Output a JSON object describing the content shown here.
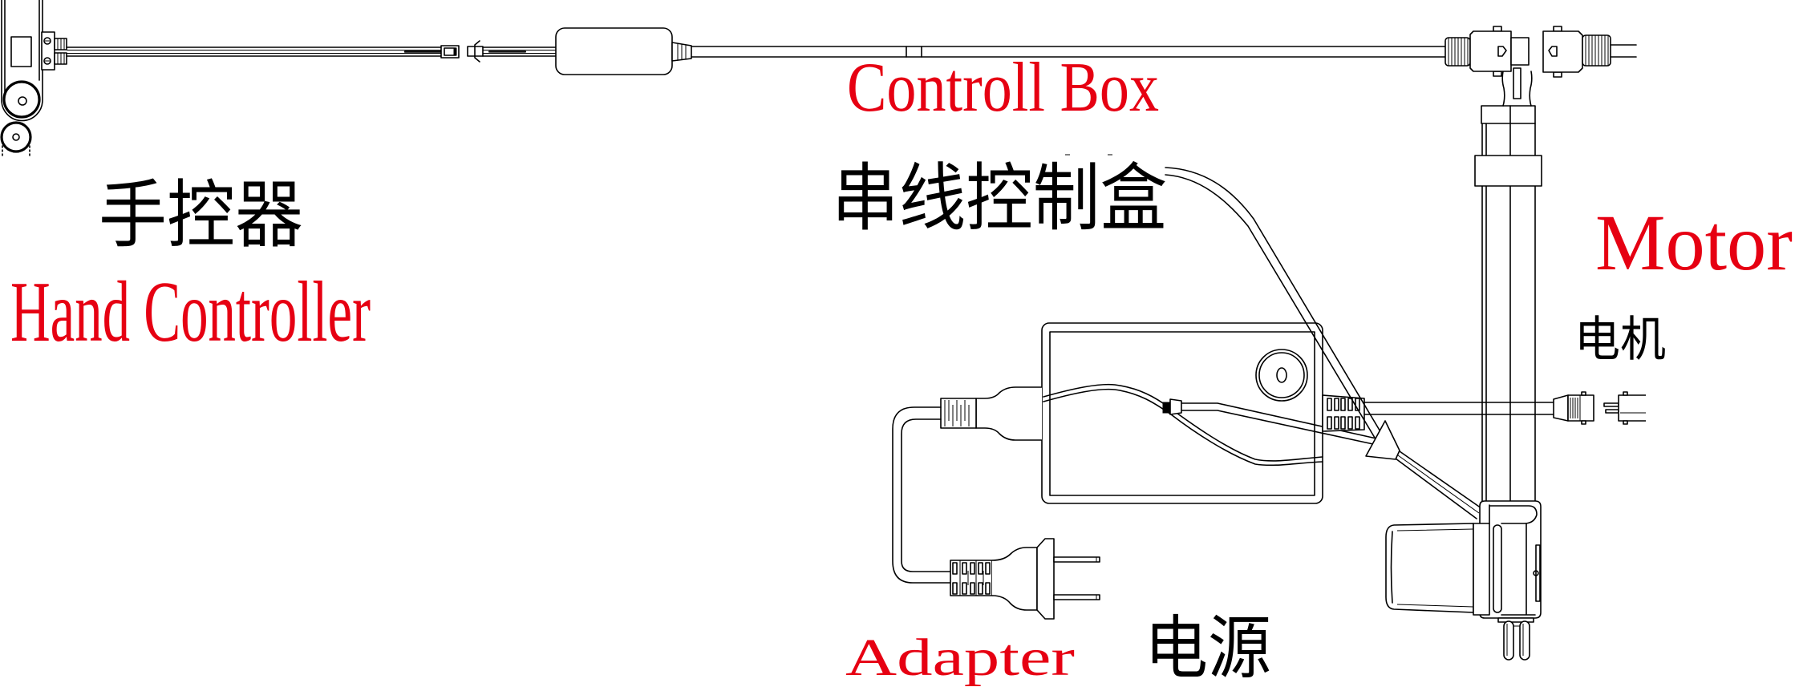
{
  "labels": {
    "hand_controller": {
      "zh": "手控器",
      "en": "Hand Controller"
    },
    "control_box": {
      "zh": "串线控制盒",
      "en": "Controll Box"
    },
    "motor": {
      "zh": "电机",
      "en": "Motor"
    },
    "adapter": {
      "zh": "电源",
      "en": "Adapter"
    }
  },
  "colors": {
    "english_label": "#E60012",
    "chinese_label": "#000000",
    "line_art": "#000000",
    "background": "#FFFFFF"
  }
}
